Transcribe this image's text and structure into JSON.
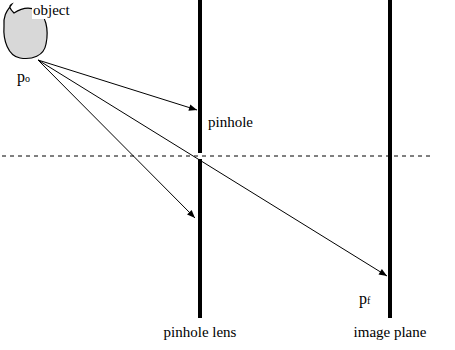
{
  "diagram": {
    "labels": [
      "object",
      "po",
      "pinhole",
      "pf",
      "pinhole lens",
      "image plane"
    ]
  }
}
